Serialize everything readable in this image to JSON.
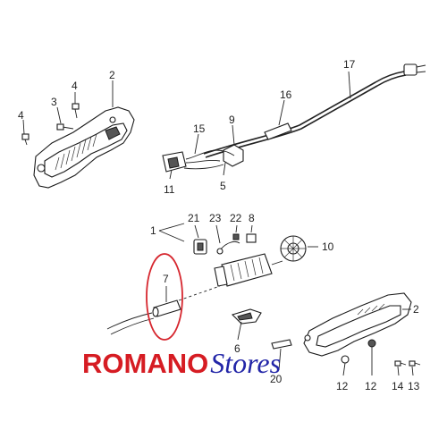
{
  "labels": {
    "p1": "1",
    "p2_top": "2",
    "p2_bottom": "2",
    "p3": "3",
    "p4_a": "4",
    "p4_b": "4",
    "p5": "5",
    "p6": "6",
    "p7": "7",
    "p8": "8",
    "p9": "9",
    "p10": "10",
    "p11": "11",
    "p12_a": "12",
    "p12_b": "12",
    "p13": "13",
    "p14": "14",
    "p15": "15",
    "p16": "16",
    "p17": "17",
    "p20": "20",
    "p21": "21",
    "p22": "22",
    "p23": "23"
  },
  "watermark": {
    "main": "ROMANO",
    "sub": "Stores"
  },
  "colors": {
    "highlight": "#d6262e",
    "brand_main": "#d61c23",
    "brand_sub": "#2326a8"
  }
}
